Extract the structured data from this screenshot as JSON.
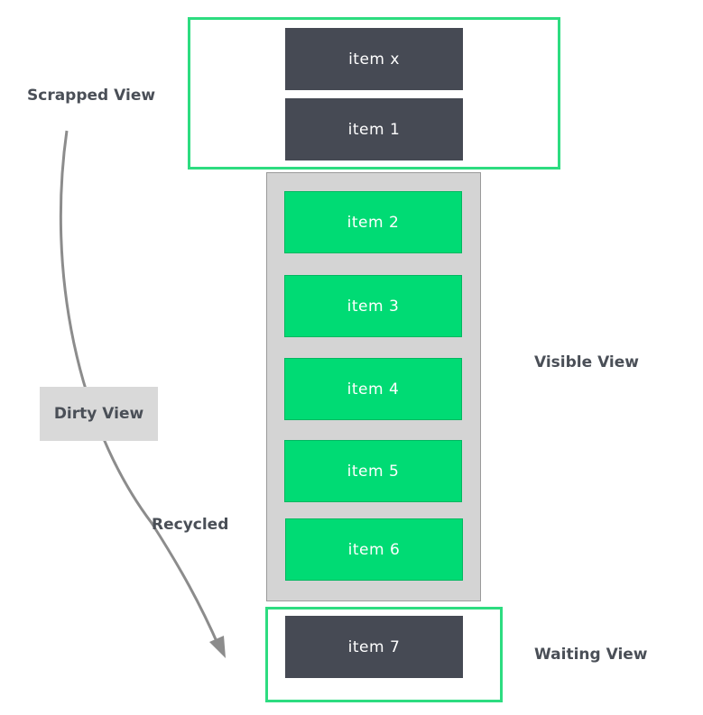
{
  "labels": {
    "scrapped": "Scrapped View",
    "visible": "Visible View",
    "waiting": "Waiting View",
    "dirty": "Dirty View",
    "recycled": "Recycled"
  },
  "scrapped_items": [
    "item x",
    "item 1"
  ],
  "visible_items": [
    "item 2",
    "item 3",
    "item 4",
    "item 5",
    "item 6"
  ],
  "waiting_items": [
    "item 7"
  ],
  "colors": {
    "outline": "#2ddc80",
    "green_item": "#00db74",
    "dark_item": "#464a54",
    "panel": "#d4d4d4",
    "arrow": "#8c8c8c"
  }
}
